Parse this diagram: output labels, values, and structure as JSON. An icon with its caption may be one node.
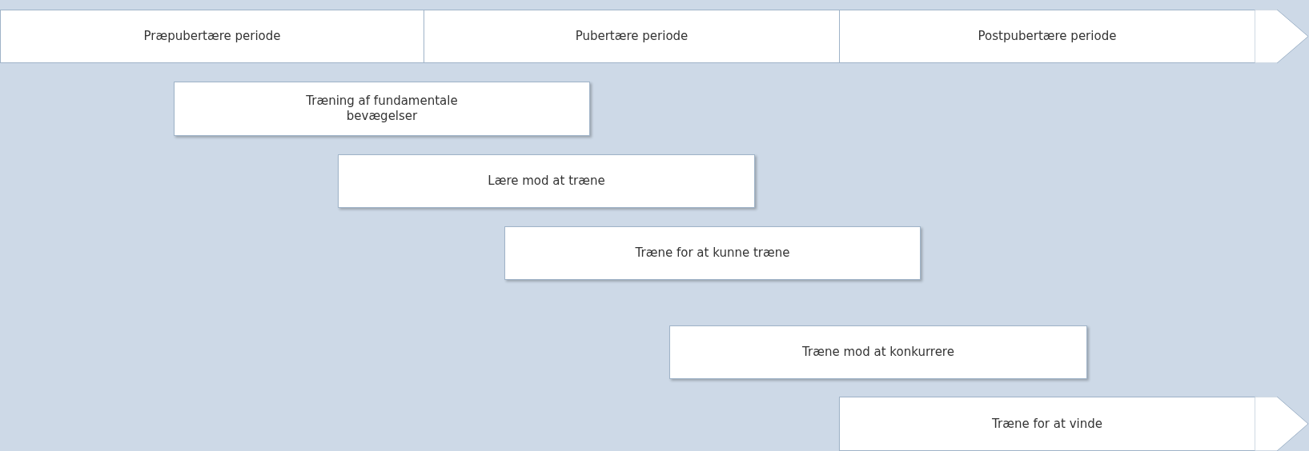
{
  "diagram": {
    "nodes": [
      {
        "text": [
          "Præpubertære periode"
        ]
      },
      {
        "text": [
          "Pubertære periode"
        ]
      },
      {
        "text": [
          "Postpubertære periode"
        ]
      },
      {
        "text": [
          "Træning af fundamentale bevægelser"
        ]
      },
      {
        "text": [
          "Lære mod at træne"
        ]
      },
      {
        "text": [
          "Træne for at kunne træne"
        ]
      },
      {
        "text": [
          "Træne mod at konkurrere"
        ]
      },
      {
        "text": [
          "Træne for at vinde"
        ]
      }
    ],
    "edges": []
  }
}
